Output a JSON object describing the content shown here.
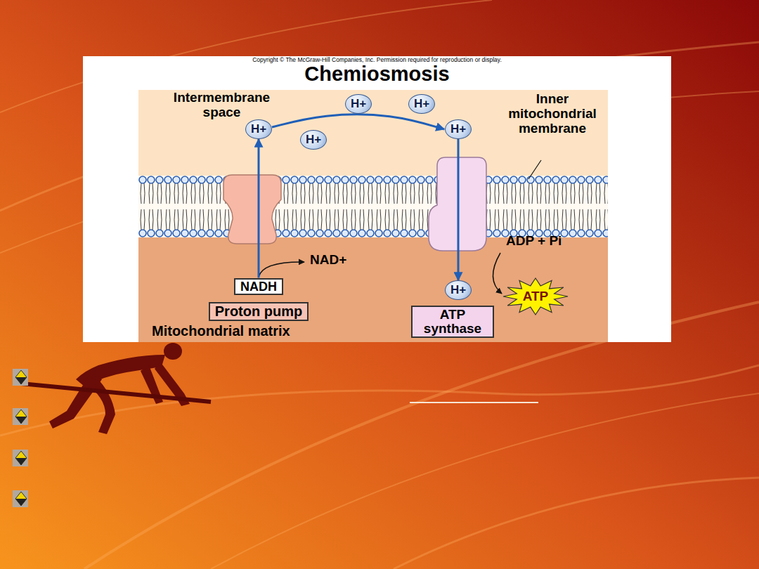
{
  "diagram": {
    "title": "Chemiosmosis",
    "nodes": [
      {
        "text": [
          "H+"
        ]
      },
      {
        "text": [
          "H+"
        ]
      },
      {
        "text": [
          "H+"
        ]
      },
      {
        "text": [
          "H+"
        ]
      },
      {
        "text": [
          "H+"
        ]
      },
      {
        "text": [
          "NADH"
        ]
      },
      {
        "text": [
          "Proton pump"
        ]
      },
      {
        "text": [
          "H+"
        ]
      },
      {
        "text": [
          "ATP"
        ]
      },
      {
        "text": [
          "ATP synthase"
        ]
      }
    ],
    "edges": [
      {
        "from": 5,
        "to": 2,
        "arrow": "to"
      },
      {
        "from": 2,
        "to": 3,
        "arrow": "to"
      },
      {
        "from": 3,
        "to": 7,
        "arrow": "to"
      }
    ],
    "labels": [
      "Copyright © The McGraw-Hill Companies, Inc. Permission required for reproduction or display.",
      "Intermembrane space",
      "Inner mitochondrial membrane",
      "NAD+",
      "Mitochondrial matrix",
      "ADP + Pi"
    ]
  }
}
